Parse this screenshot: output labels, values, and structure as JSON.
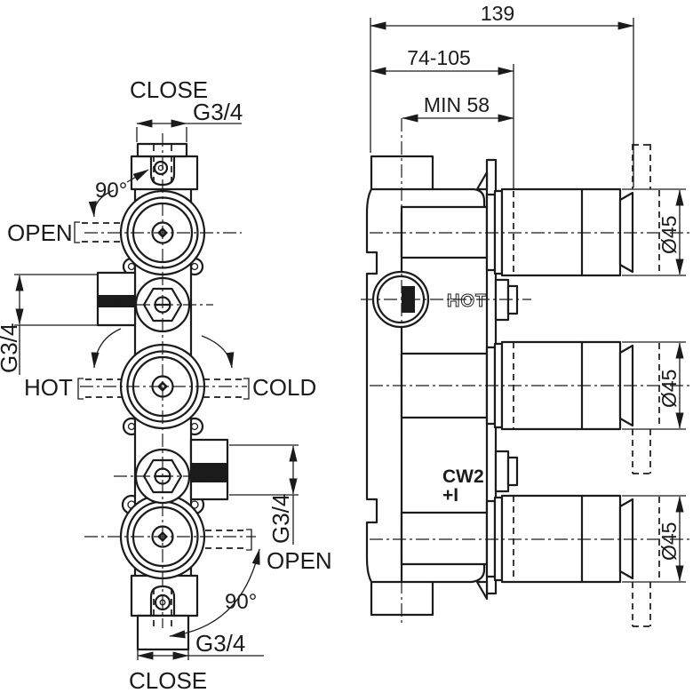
{
  "front_view": {
    "top_label": "CLOSE",
    "top_port": "G3/4",
    "top_angle": "90°",
    "top_open": "OPEN",
    "hot": "HOT",
    "cold": "COLD",
    "left_port": "G3/4",
    "right_port": "G3/4",
    "bottom_open": "OPEN",
    "bottom_angle": "90°",
    "bottom_port": "G3/4",
    "bottom_label": "CLOSE"
  },
  "side_view": {
    "overall_depth": "139",
    "adjust_depth": "74-105",
    "min_depth": "MIN 58",
    "hot_marking": "HOT",
    "cartridge_marking": "CW2",
    "cartridge_marking_sub": "+I",
    "top_cartridge_dia": "Ø45",
    "middle_cartridge_dia": "Ø45",
    "bottom_cartridge_dia": "Ø45"
  },
  "colors": {
    "line": "#1b1b1b",
    "background": "#ffffff"
  }
}
